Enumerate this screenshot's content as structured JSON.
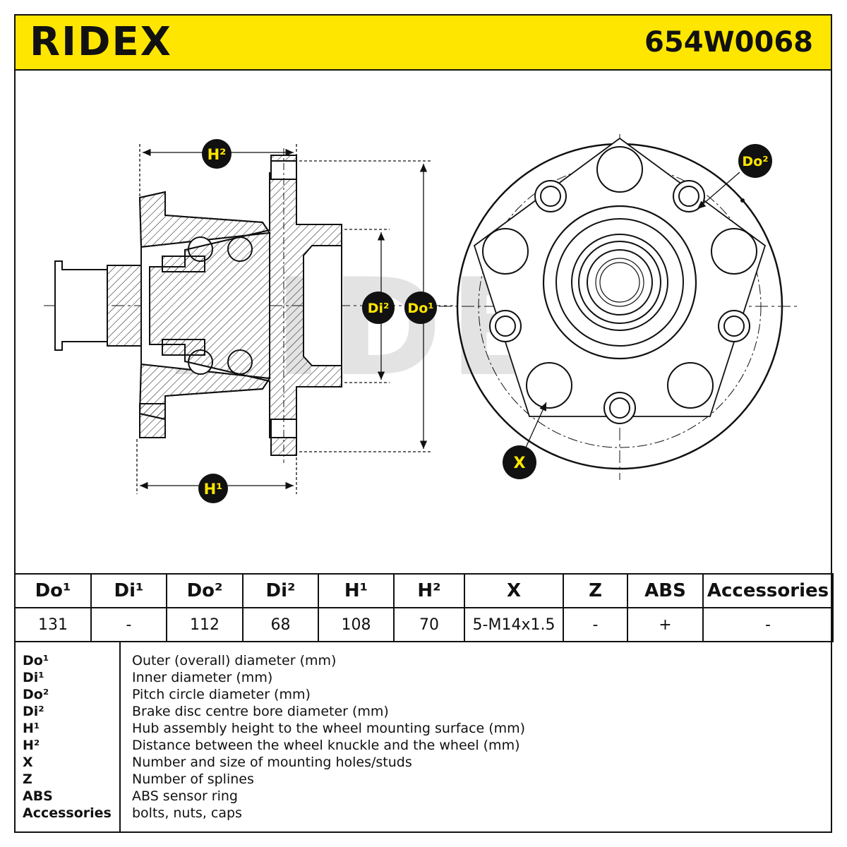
{
  "header": {
    "brand": "RIDEX",
    "part_number": "654W0068"
  },
  "diagram": {
    "labels": {
      "h2": "H²",
      "h1": "H¹",
      "di2": "Di²",
      "do1": "Do¹",
      "do2": "Do²",
      "x": "X"
    },
    "watermark": "RIDEX",
    "colors": {
      "badge_bg": "#111111",
      "badge_text": "#ffe600",
      "header_bg": "#ffe600"
    }
  },
  "spec_table": {
    "headers": [
      "Do¹",
      "Di¹",
      "Do²",
      "Di²",
      "H¹",
      "H²",
      "X",
      "Z",
      "ABS",
      "Accessories"
    ],
    "values": [
      "131",
      "-",
      "112",
      "68",
      "108",
      "70",
      "5-M14x1.5",
      "-",
      "+",
      "-"
    ]
  },
  "legend": [
    {
      "key": "Do¹",
      "desc": "Outer (overall) diameter (mm)"
    },
    {
      "key": "Di¹",
      "desc": "Inner diameter (mm)"
    },
    {
      "key": "Do²",
      "desc": "Pitch circle diameter (mm)"
    },
    {
      "key": "Di²",
      "desc": "Brake disc centre bore diameter (mm)"
    },
    {
      "key": "H¹",
      "desc": "Hub assembly height to the wheel mounting surface (mm)"
    },
    {
      "key": "H²",
      "desc": "Distance between the wheel knuckle and the wheel (mm)"
    },
    {
      "key": "X",
      "desc": "Number and size of mounting holes/studs"
    },
    {
      "key": "Z",
      "desc": "Number of splines"
    },
    {
      "key": "ABS",
      "desc": "ABS sensor ring"
    },
    {
      "key": "Accessories",
      "desc": "bolts, nuts, caps"
    }
  ]
}
